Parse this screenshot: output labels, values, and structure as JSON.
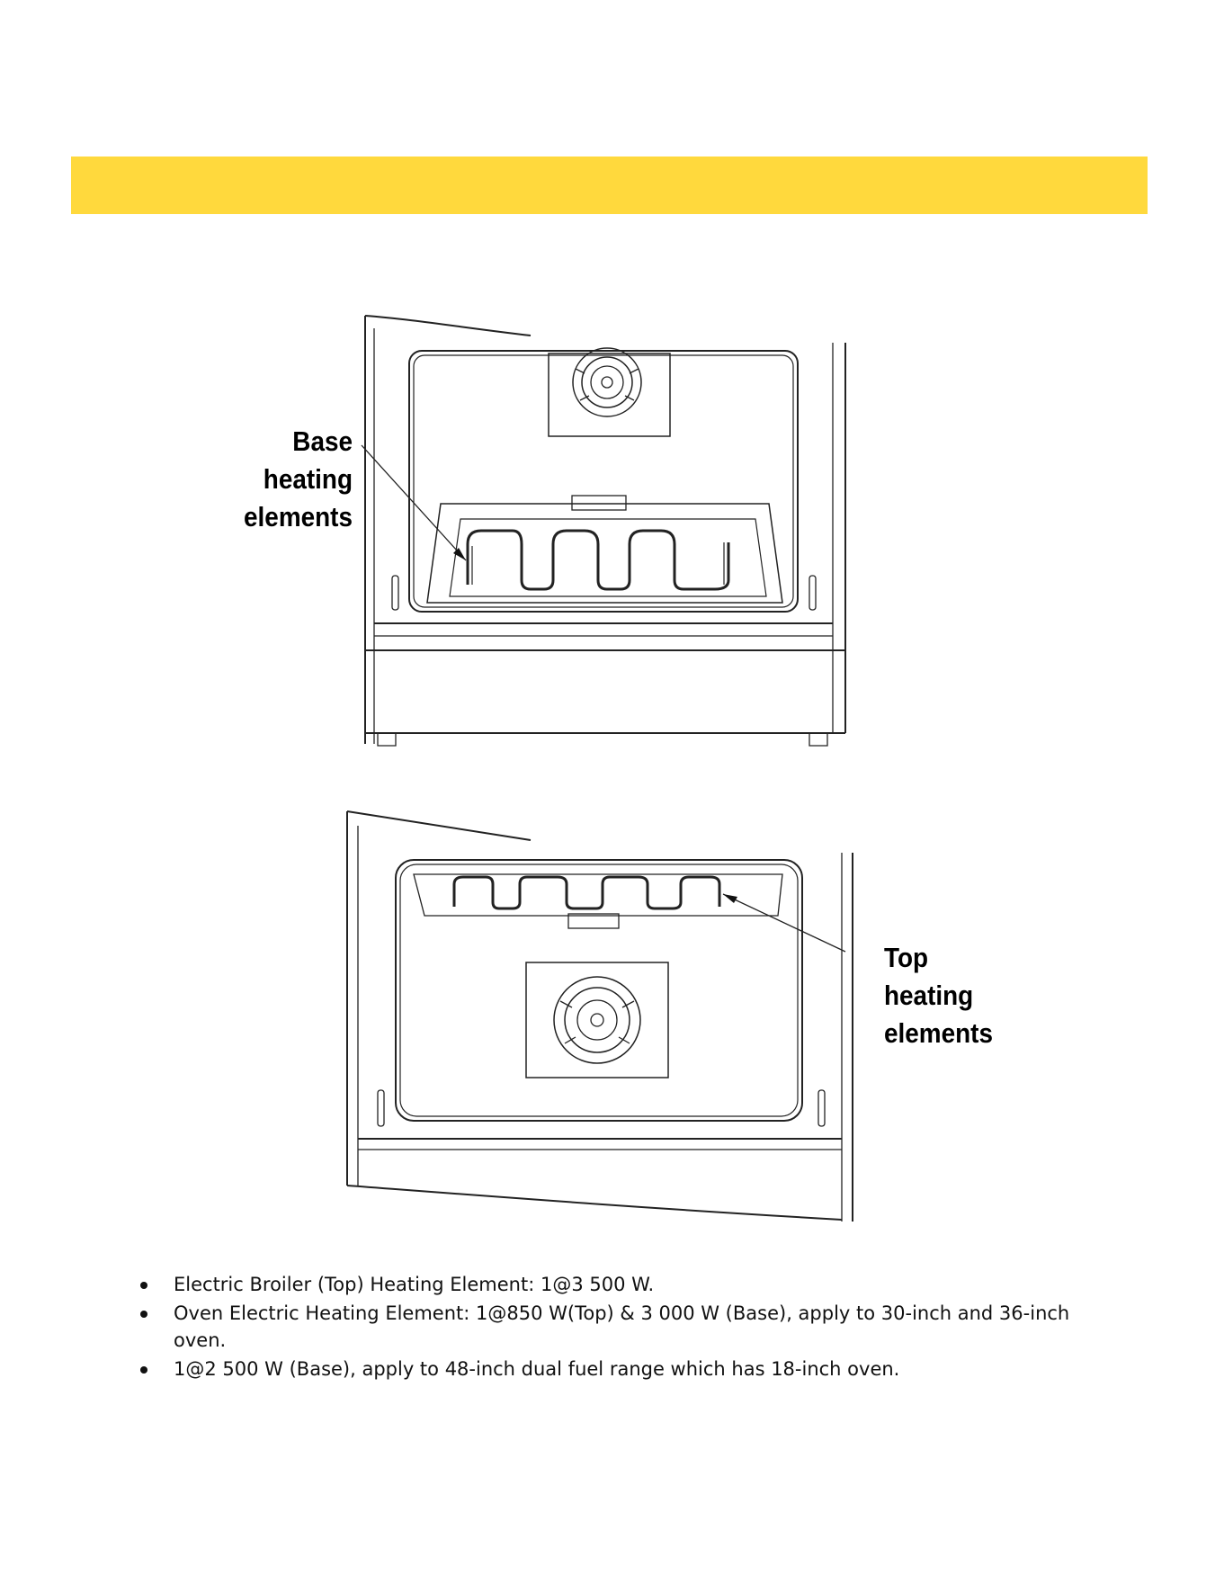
{
  "header_bar": {
    "color": "#FFD93D"
  },
  "figures": {
    "base": {
      "callout": [
        "Base",
        "heating",
        "elements"
      ]
    },
    "top": {
      "callout": [
        "Top",
        "heating",
        "elements"
      ]
    }
  },
  "bullets": [
    "Electric Broiler (Top) Heating Element: 1@3 500 W.",
    "Oven Electric Heating Element: 1@850 W(Top) & 3 000 W (Base), apply to 30-inch and 36-inch oven.",
    "1@2 500 W (Base), apply to 48-inch dual fuel range which has 18-inch oven."
  ]
}
